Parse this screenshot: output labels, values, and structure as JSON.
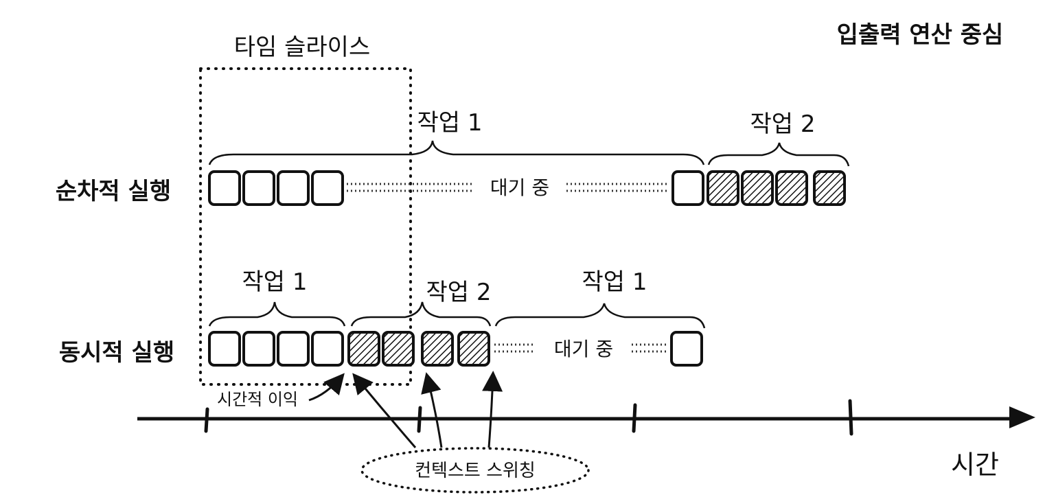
{
  "title": "입출력 연산 중심",
  "time_slice_label": "타임 슬라이스",
  "rows": {
    "sequential": {
      "label": "순차적 실행",
      "waiting_label": "대기 중",
      "task1_label": "작업 1",
      "task2_label": "작업 2",
      "blocks": [
        "task1",
        "task1",
        "task1",
        "task1",
        "wait",
        "task1",
        "task2",
        "task2",
        "task2",
        "task2"
      ]
    },
    "concurrent": {
      "label": "동시적 실행",
      "waiting_label": "대기 중",
      "task1_label": "작업 1",
      "task2_label": "작업 2",
      "task1b_label": "작업 1",
      "blocks": [
        "task1",
        "task1",
        "task1",
        "task1",
        "task2",
        "task2",
        "task2",
        "task2",
        "wait",
        "task1"
      ]
    }
  },
  "time_gain_label": "시간적 이익",
  "context_switch_label": "컨텍스트 스위칭",
  "axis_label": "시간",
  "colors": {
    "ink": "#111111",
    "background": "#ffffff"
  }
}
